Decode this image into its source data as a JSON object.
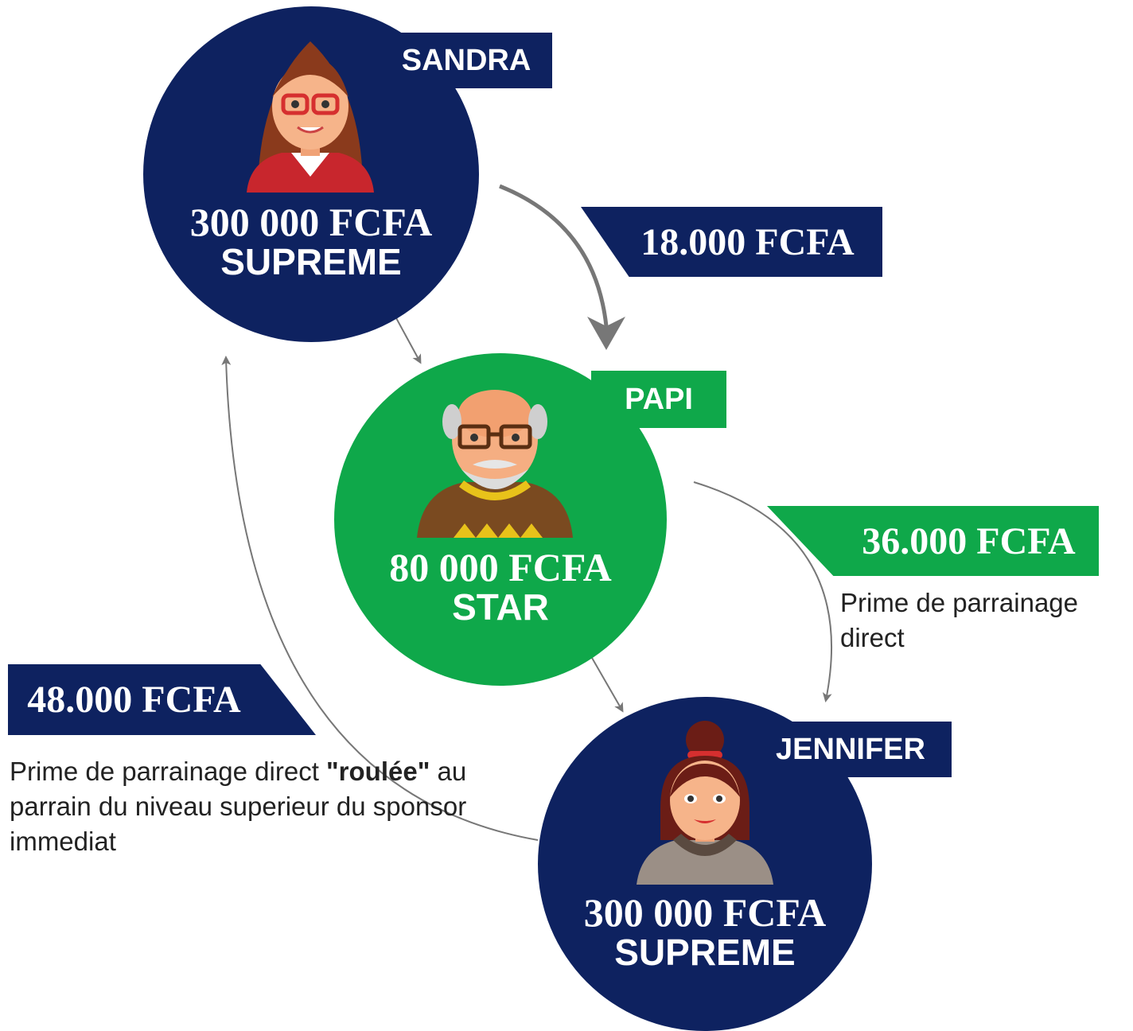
{
  "nodes": {
    "sandra": {
      "name": "SANDRA",
      "amount": "300 000 FCFA",
      "level": "SUPREME"
    },
    "papi": {
      "name": "PAPI",
      "amount": "80 000 FCFA",
      "level": "STAR"
    },
    "jennifer": {
      "name": "JENNIFER",
      "amount": "300 000 FCFA",
      "level": "SUPREME"
    }
  },
  "bonuses": {
    "sandra_to_papi": "18.000 FCFA",
    "papi_to_jennifer": {
      "amount": "36.000 FCFA",
      "caption": "Prime de parrainage direct"
    },
    "rolled_up": {
      "amount": "48.000 FCFA",
      "caption_before": "Prime de parrainage direct ",
      "caption_bold": "\"roulée\"",
      "caption_after": " au parrain du niveau superieur du sponsor immediat"
    }
  },
  "colors": {
    "navy": "#0e2260",
    "green": "#0fa84a",
    "arrow": "#777777"
  },
  "icons": [
    "woman-glasses-avatar-icon",
    "old-man-avatar-icon",
    "woman-bun-avatar-icon"
  ]
}
